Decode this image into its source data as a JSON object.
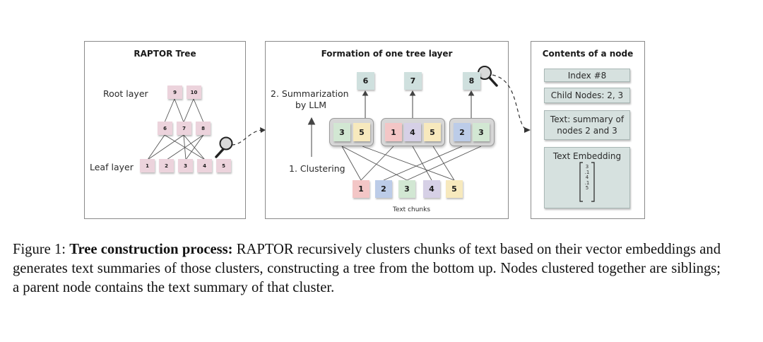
{
  "panels": {
    "raptor_tree": {
      "title": "RAPTOR Tree",
      "root_layer_label": "Root layer",
      "leaf_layer_label": "Leaf layer",
      "root_nodes": [
        "9",
        "10"
      ],
      "middle_nodes": [
        "6",
        "7",
        "8"
      ],
      "leaf_nodes": [
        "1",
        "2",
        "3",
        "4",
        "5"
      ]
    },
    "formation": {
      "title": "Formation of one tree layer",
      "summarization_label_line1": "2. Summarization",
      "summarization_label_line2": "by LLM",
      "clustering_label": "1. Clustering",
      "text_chunks_label": "Text chunks",
      "summary_nodes": [
        "6",
        "7",
        "8"
      ],
      "cluster_a": [
        "3",
        "5"
      ],
      "cluster_b": [
        "1",
        "4",
        "5"
      ],
      "cluster_c": [
        "2",
        "3"
      ],
      "chunks": [
        "1",
        "2",
        "3",
        "4",
        "5"
      ]
    },
    "node_contents": {
      "title": "Contents of a node",
      "index": "Index #8",
      "child_nodes": "Child Nodes: 2, 3",
      "text_line1": "Text:  summary of",
      "text_line2": "nodes 2 and 3",
      "embedding_label": "Text Embedding",
      "embedding_values": [
        "3",
        ".1",
        "4",
        ".1",
        "5"
      ]
    }
  },
  "caption": {
    "prefix": "Figure 1: ",
    "bold": "Tree construction process:",
    "rest": " RAPTOR recursively clusters chunks of text based on their vector embeddings and generates text summaries of those clusters, constructing a tree from the bottom up. Nodes clustered together are siblings; a parent node contains the text summary of that cluster."
  },
  "colors": {
    "pink": "#ecd3dc",
    "red": "#f3c6c6",
    "blue": "#bccce8",
    "green": "#d2e7d3",
    "purple": "#d6d0e6",
    "yellow": "#f7e9bd",
    "teal": "#cfe0de",
    "gray_group": "#d7d7d7"
  }
}
